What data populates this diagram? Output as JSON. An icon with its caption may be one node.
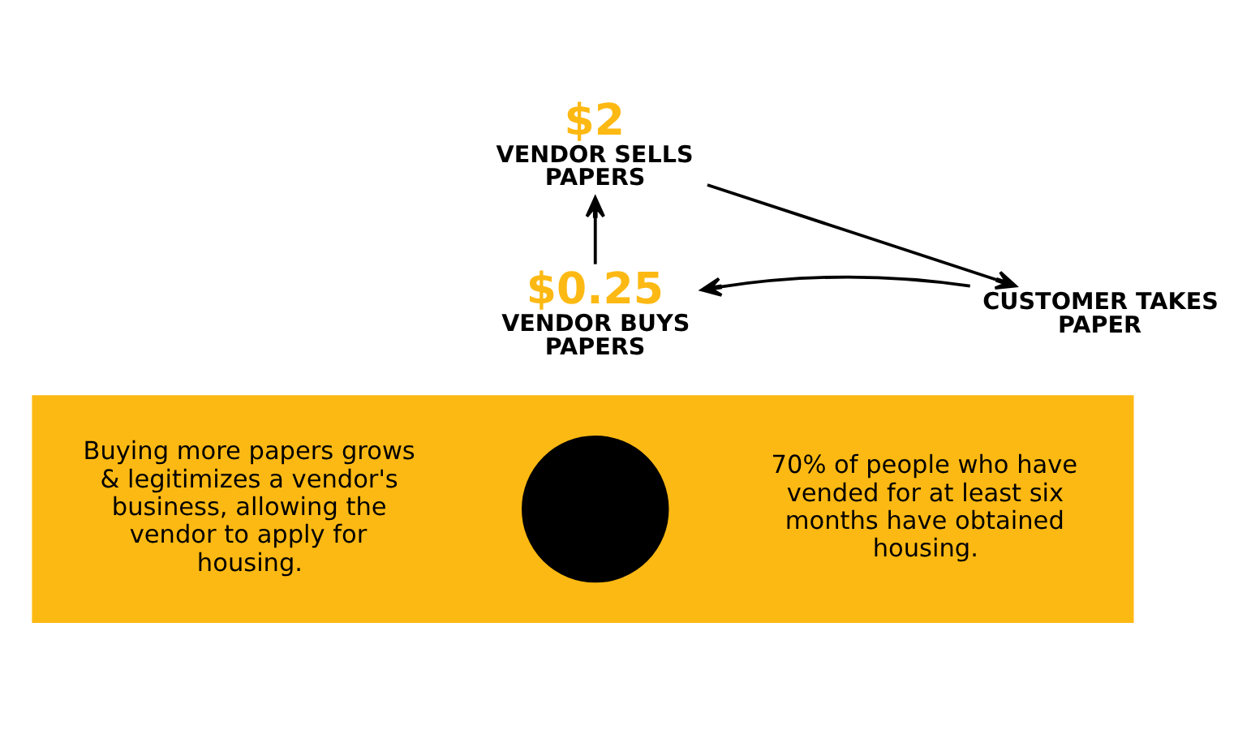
{
  "diagram": {
    "nodes": [
      {
        "text": [
          "$2",
          "VENDOR SELLS PAPERS"
        ]
      },
      {
        "text": [
          "CUSTOMER TAKES PAPER"
        ]
      },
      {
        "text": [
          "$0.25",
          "VENDOR BUYS PAPERS"
        ]
      },
      {
        "text": [],
        "shape": "bar"
      },
      {
        "text": [
          "Buying more papers grows & legitimizes a vendor's business, allowing the vendor to apply for housing."
        ],
        "in": 3
      },
      {
        "text": [],
        "shape": "circle",
        "in": 3
      },
      {
        "text": [
          "70% of people who have vended for at least six months have obtained housing."
        ],
        "in": 3
      }
    ],
    "edges": [
      {
        "from": 0,
        "to": 1,
        "arrow": "to"
      },
      {
        "from": 1,
        "to": 2,
        "arrow": "to"
      },
      {
        "from": 2,
        "to": 0,
        "arrow": "to"
      }
    ]
  }
}
